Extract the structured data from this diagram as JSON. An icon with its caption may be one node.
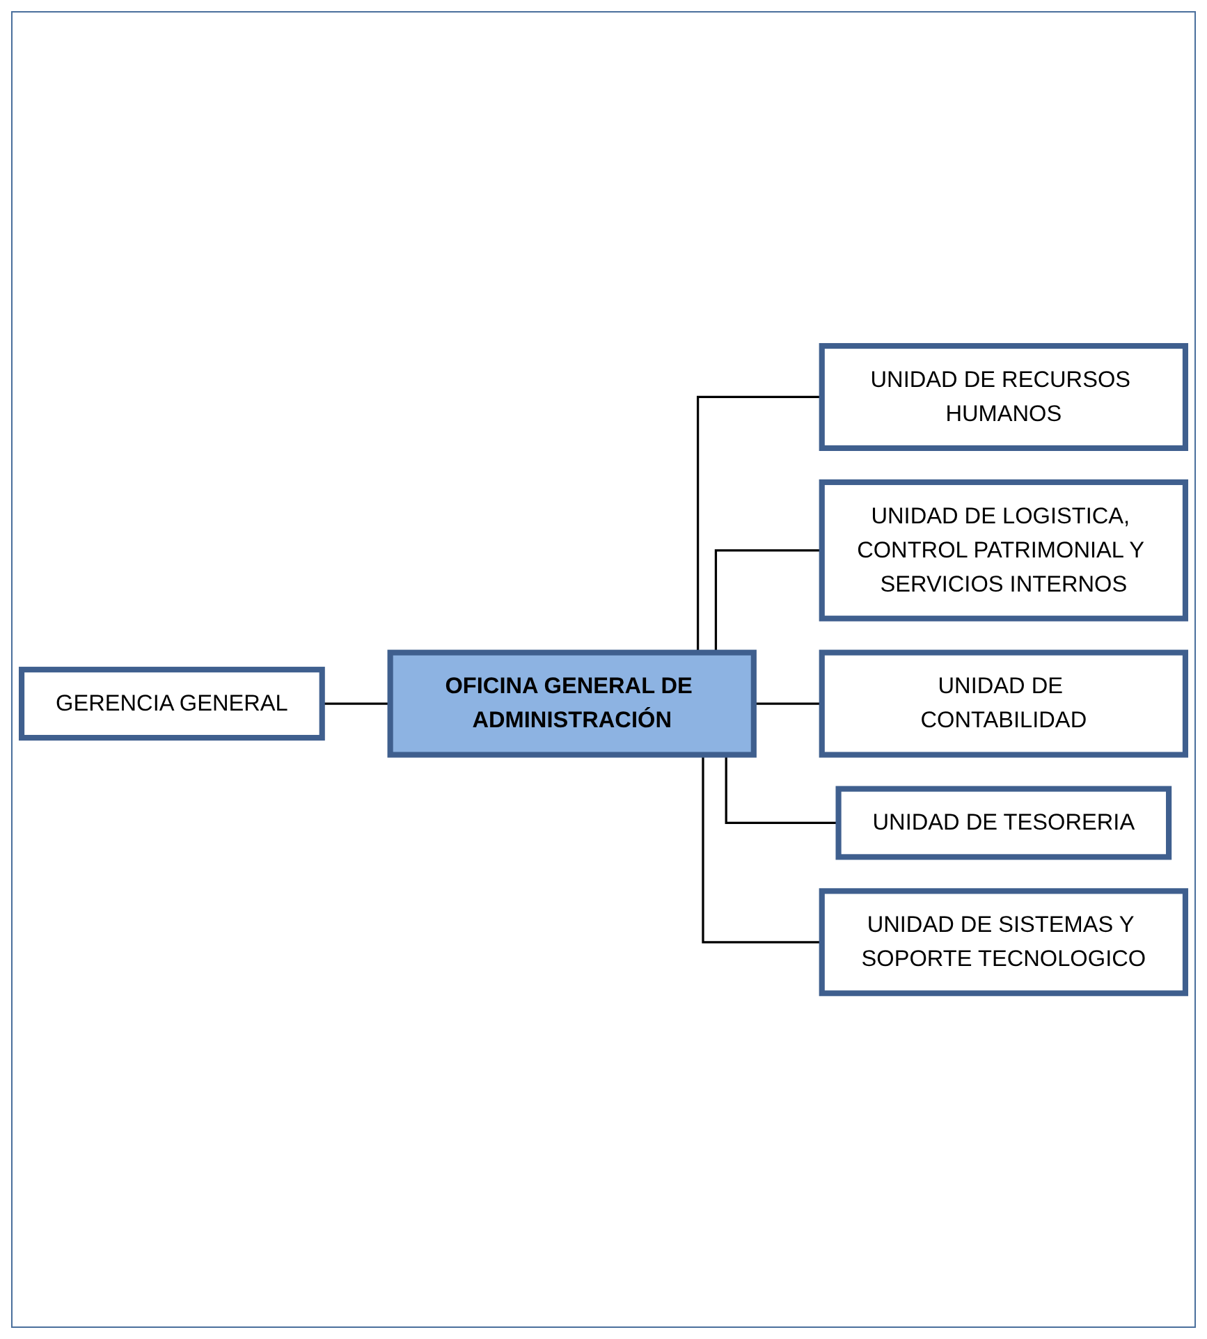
{
  "diagram": {
    "nodes": [
      {
        "text": [
          "GERENCIA GENERAL"
        ]
      },
      {
        "text": [
          "OFICINA GENERAL DE ADMINISTRACIÓN"
        ]
      },
      {
        "text": [
          "UNIDAD DE RECURSOS HUMANOS"
        ]
      },
      {
        "text": [
          "UNIDAD DE LOGISTICA, CONTROL PATRIMONIAL Y SERVICIOS INTERNOS"
        ]
      },
      {
        "text": [
          "UNIDAD DE CONTABILIDAD"
        ]
      },
      {
        "text": [
          "UNIDAD DE TESORERIA"
        ]
      },
      {
        "text": [
          "UNIDAD DE SISTEMAS Y SOPORTE TECNOLOGICO"
        ]
      }
    ],
    "edges": [
      {
        "from": 0,
        "to": 1,
        "arrow": "none"
      },
      {
        "from": 1,
        "to": 2,
        "arrow": "none"
      },
      {
        "from": 1,
        "to": 3,
        "arrow": "none"
      },
      {
        "from": 1,
        "to": 4,
        "arrow": "none"
      },
      {
        "from": 1,
        "to": 5,
        "arrow": "none"
      },
      {
        "from": 1,
        "to": 6,
        "arrow": "none"
      }
    ]
  }
}
